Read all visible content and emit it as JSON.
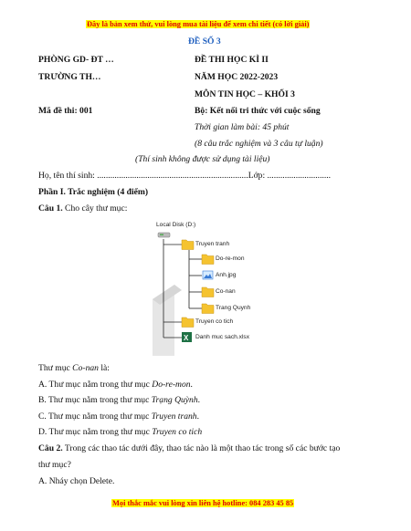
{
  "header_notice": "Đây là bản xem thử, vui lòng mua tài liệu để xem chi tiết (có lời giải)",
  "exam_no": "ĐỀ SỐ 3",
  "left": {
    "dept": "PHÒNG GD- ĐT …",
    "school": "TRƯỜNG TH…",
    "code": "Mã đề thi: 001"
  },
  "right": {
    "title": "ĐỀ THI HỌC KÌ II",
    "year": "NĂM HỌC 2022-2023",
    "subject": "MÔN TIN HỌC – KHỐI 3",
    "book": "Bộ: Kết nối tri thức với cuộc sống",
    "time": "Thời gian làm bài: 45 phút",
    "structure": "(8 câu trắc nghiệm và 3 câu tự luận)"
  },
  "no_docs": "(Thí sinh không được sử dụng tài liệu)",
  "student_line": "Họ, tên thí sinh: .....................................................................Lớp: .............................",
  "part1": "Phần I. Trắc nghiệm (4 điểm)",
  "q1": {
    "label": "Câu 1.",
    "text": " Cho cây thư mục:",
    "tree": {
      "root": "Local Disk (D:)",
      "items": [
        "Truyen tranh",
        "Do-re-mon",
        "Anh.jpg",
        "Co-nan",
        "Trang Quynh",
        "Truyen co tich",
        "Danh muc sach.xlsx"
      ]
    },
    "stem_pre": "Thư mục ",
    "stem_em": "Co-nan",
    "stem_post": " là:",
    "options": [
      {
        "pre": "A. Thư mục nằm trong thư mục ",
        "em": "Do-re-mon",
        "post": "."
      },
      {
        "pre": "B. Thư mục nằm trong thư mục ",
        "em": "Trạng Quỳnh",
        "post": "."
      },
      {
        "pre": "C. Thư mục nằm trong thư mục ",
        "em": "Truyen tranh",
        "post": "."
      },
      {
        "pre": "D. Thư mục nằm trong thư mục ",
        "em": "Truyen co tich",
        "post": ""
      }
    ]
  },
  "q2": {
    "label": "Câu 2.",
    "line1": " Trong các thao tác dưới đây, thao tác nào là một thao tác trong số các bước tạo",
    "line2": "thư mục?",
    "option_a": "A. Nháy chọn Delete."
  },
  "footer_notice": "Mọi thắc mắc vui lòng xin liên hệ hotline: 084 283 45 85"
}
